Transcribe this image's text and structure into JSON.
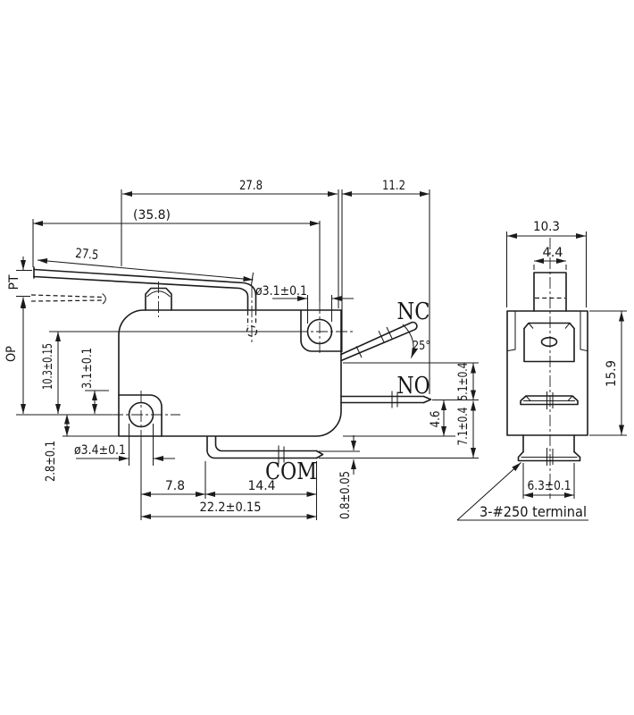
{
  "main_view": {
    "dim_body_width": "27.8",
    "dim_no_extension": "11.2",
    "dim_overall_with_lever": "(35.8)",
    "dim_lever_length": "27.5",
    "dim_top_hole": "ø3.1±0.1",
    "dim_bottom_hole": "ø3.4±0.1",
    "dim_hole_vertical_spacing": "10.3±0.15",
    "dim_hole_to_step": "3.1±0.1",
    "dim_hole_to_bottom": "2.8±0.1",
    "dim_hole_to_com_bend": "7.8",
    "dim_com_length": "14.4",
    "dim_hole_to_com_tip": "22.2±0.15",
    "dim_com_thickness": "0.8±0.05",
    "dim_no_to_bottom": "4.6",
    "dim_nc_to_no": "5.1±0.4",
    "dim_no_to_com": "7.1±0.4",
    "dim_nc_angle": "25°",
    "label_pretravel": "PT",
    "label_operating_position": "OP",
    "label_nc_terminal": "NC",
    "label_no_terminal": "NO",
    "label_com_terminal": "COM"
  },
  "side_view": {
    "dim_body_width": "10.3",
    "dim_plunger_width": "4.4",
    "dim_body_height": "15.9",
    "dim_terminal_width": "6.3±0.1",
    "note_terminals": "3-#250 terminal"
  }
}
